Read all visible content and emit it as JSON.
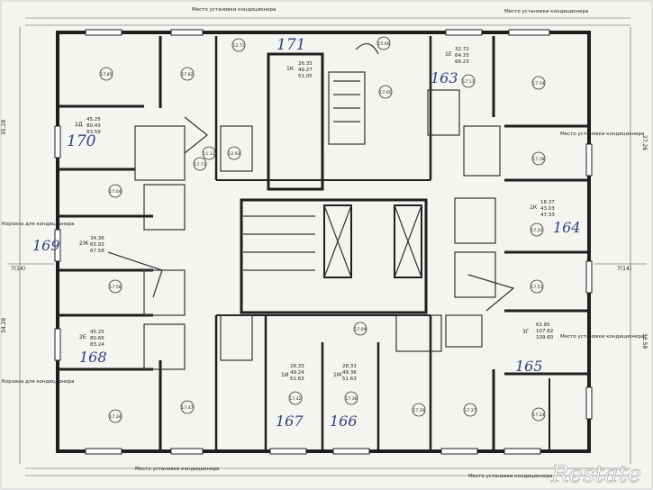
{
  "notes": {
    "ac_top_left": "Место установки кондиционера",
    "ac_top_right": "Место установки кондиционера",
    "ac_left_1": "Корзина для кондиционера",
    "ac_left_2": "Корзина для кондиционера",
    "ac_right_1": "Место установки кондиционера",
    "ac_right_2": "Место установки кондиционера",
    "ac_bottom_left": "Место установки кондиционера",
    "ac_bottom_right": "Место установки кондиционера"
  },
  "apartments": [
    {
      "number": "171",
      "type": "1К",
      "areas": [
        "26.35",
        "49.27",
        "51.05"
      ]
    },
    {
      "number": "163",
      "type": "1Е",
      "areas": [
        "32.72",
        "64.33",
        "66.23"
      ]
    },
    {
      "number": "170",
      "type": "2Д",
      "areas": [
        "45.25",
        "80.43",
        "83.59"
      ]
    },
    {
      "number": "164",
      "type": "1К",
      "areas": [
        "18.37",
        "43.03",
        "47.33"
      ]
    },
    {
      "number": "169",
      "type": "2Ж",
      "areas": [
        "34.36",
        "65.93",
        "67.58"
      ]
    },
    {
      "number": "168",
      "type": "2Е",
      "areas": [
        "45.25",
        "80.66",
        "83.24"
      ]
    },
    {
      "number": "165",
      "type": "3Г",
      "areas": [
        "61.85",
        "107.82",
        "109.60"
      ]
    },
    {
      "number": "167",
      "type": "1И",
      "areas": [
        "28.33",
        "49.24",
        "51.63"
      ]
    },
    {
      "number": "166",
      "type": "1М",
      "areas": [
        "28.33",
        "49.36",
        "51.63"
      ]
    }
  ],
  "rooms": [
    "17.85",
    "17.82",
    "12.71",
    "12.93",
    "11.11",
    "17.65",
    "15.66",
    "17.11",
    "17.14",
    "17.04",
    "17.58",
    "17.34",
    "17.24",
    "17.51",
    "17.38",
    "17.69",
    "17.47",
    "17.27",
    "17.22",
    "17.26",
    "17.73",
    "17.36",
    "17.42"
  ],
  "axes": {
    "left": "7(14)",
    "right": "7(14)"
  },
  "dims": {
    "left_1": "35.28",
    "left_2": "34.28",
    "right_1": "27.26",
    "right_2": "36.58"
  },
  "watermark": "Restate"
}
